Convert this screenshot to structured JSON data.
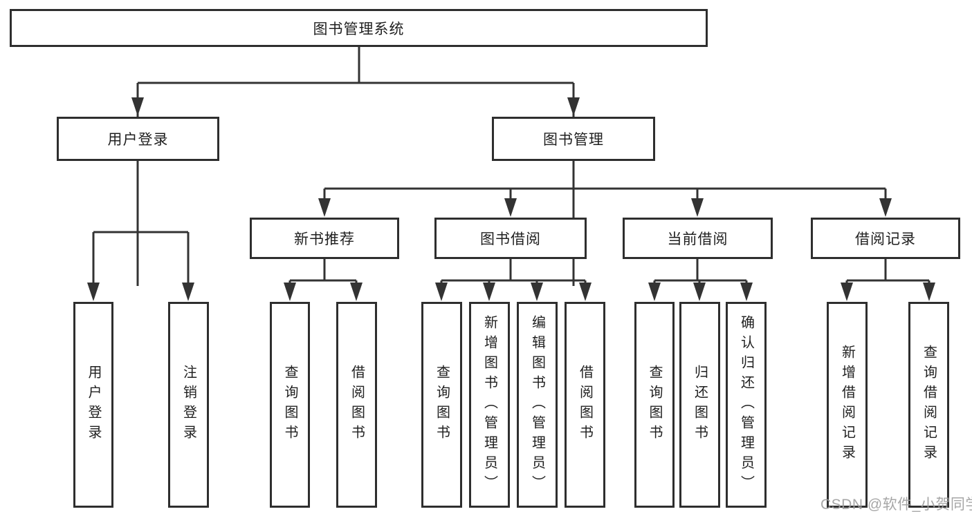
{
  "tree": {
    "label": "图书管理系统",
    "children": [
      {
        "label": "用户登录",
        "children": [
          {
            "label": "用户登录"
          },
          {
            "label": "注销登录"
          }
        ]
      },
      {
        "label": "图书管理",
        "children": [
          {
            "label": "新书推荐",
            "children": [
              {
                "label": "查询图书"
              },
              {
                "label": "借阅图书"
              }
            ]
          },
          {
            "label": "图书借阅",
            "children": [
              {
                "label": "查询图书"
              },
              {
                "label": "新增图书（管理员）"
              },
              {
                "label": "编辑图书（管理员）"
              },
              {
                "label": "借阅图书"
              }
            ]
          },
          {
            "label": "当前借阅",
            "children": [
              {
                "label": "查询图书"
              },
              {
                "label": "归还图书"
              },
              {
                "label": "确认归还（管理员）"
              }
            ]
          },
          {
            "label": "借阅记录",
            "children": [
              {
                "label": "新增借阅记录"
              },
              {
                "label": "查询借阅记录"
              }
            ]
          }
        ]
      }
    ]
  },
  "watermark": {
    "text": "CSDN @软件_小贺同学"
  },
  "colors": {
    "background": "#ffffff",
    "line": "#333333",
    "box_border": "#2e2e2e",
    "text": "#1f1f1f",
    "watermark": "#9e9e9e"
  }
}
